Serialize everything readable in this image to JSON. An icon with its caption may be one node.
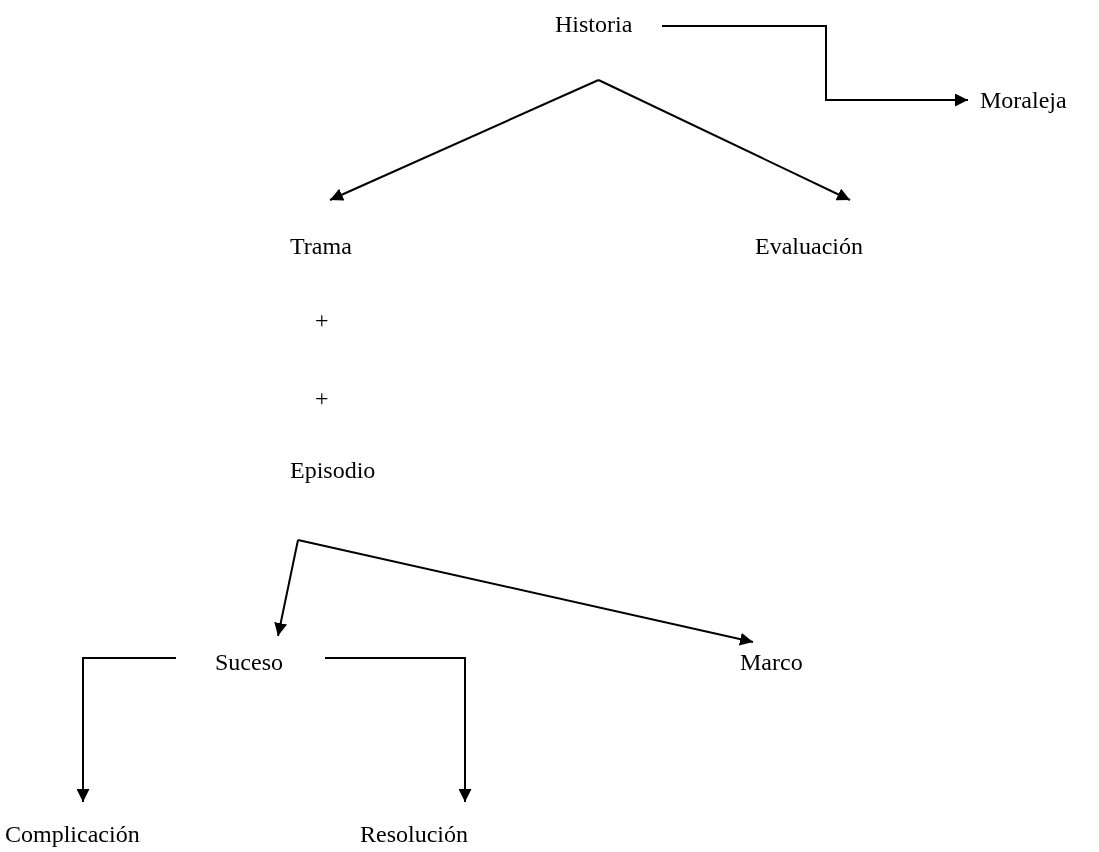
{
  "diagram": {
    "nodes": [
      {
        "text": [
          "Historia"
        ]
      },
      {
        "text": [
          "Moraleja"
        ]
      },
      {
        "text": [
          "Trama"
        ]
      },
      {
        "text": [
          "Evaluación"
        ]
      },
      {
        "text": [
          "Episodio"
        ]
      },
      {
        "text": [
          "Suceso"
        ]
      },
      {
        "text": [
          "Marco"
        ]
      },
      {
        "text": [
          "Complicación"
        ]
      },
      {
        "text": [
          "Resolución"
        ]
      }
    ],
    "edges": [
      {
        "from": 0,
        "to": 1,
        "arrow": "to"
      },
      {
        "from": 0,
        "to": 2,
        "arrow": "to"
      },
      {
        "from": 0,
        "to": 3,
        "arrow": "to"
      },
      {
        "from": 4,
        "to": 5,
        "arrow": "to"
      },
      {
        "from": 4,
        "to": 6,
        "arrow": "to"
      },
      {
        "from": 5,
        "to": 7,
        "arrow": "to"
      },
      {
        "from": 5,
        "to": 8,
        "arrow": "to"
      }
    ],
    "labels": [
      "+",
      "+"
    ]
  }
}
